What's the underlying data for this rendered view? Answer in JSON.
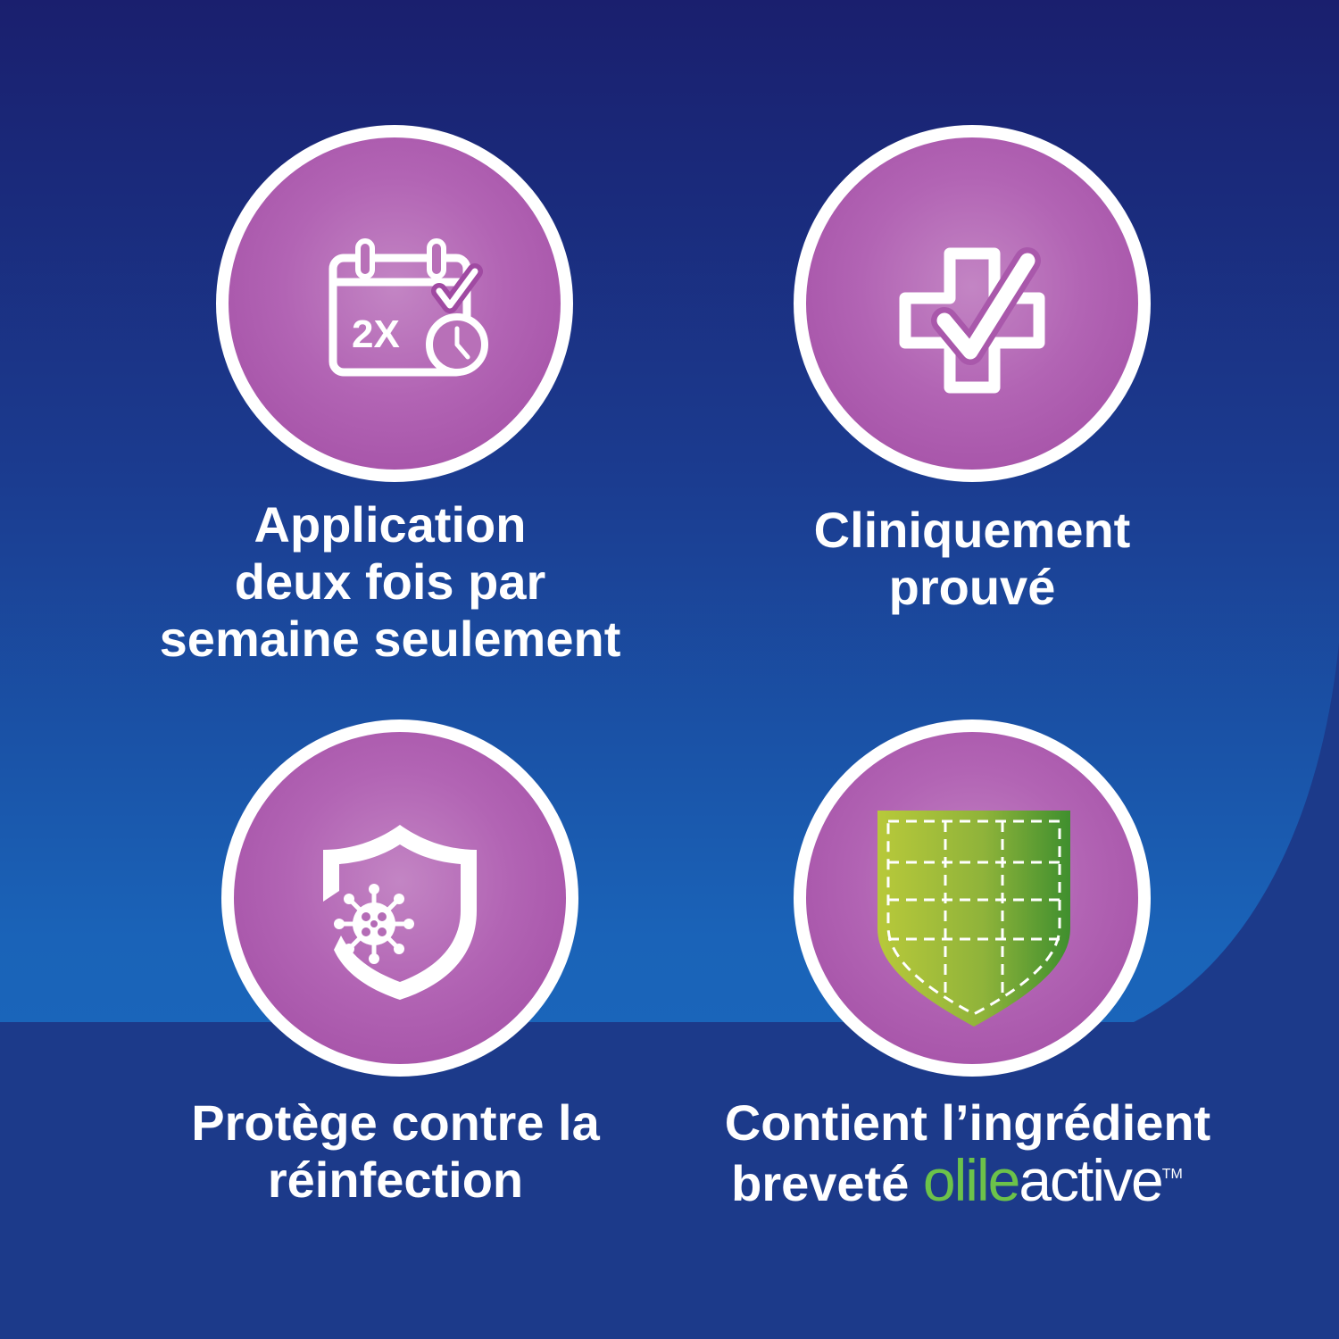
{
  "colors": {
    "background_top": "#1a1f6e",
    "background_bottom": "#1a6cc0",
    "badge_purple": "#a04aa2",
    "brand_green": "#6cc24a"
  },
  "features": [
    {
      "icon": "calendar-check-clock-icon",
      "icon_text": "2X",
      "lines": [
        "Application",
        "deux fois par",
        "semaine seulement"
      ]
    },
    {
      "icon": "medical-cross-check-icon",
      "lines": [
        "Cliniquement",
        "prouvé"
      ]
    },
    {
      "icon": "shield-virus-icon",
      "lines": [
        "Protège contre la",
        "réinfection"
      ]
    },
    {
      "icon": "green-shield-grid-icon",
      "lines": [
        "Contient l’ingrédient",
        "breveté"
      ],
      "brand": {
        "part1": "olile",
        "part2": "active",
        "trademark": "TM"
      }
    }
  ]
}
